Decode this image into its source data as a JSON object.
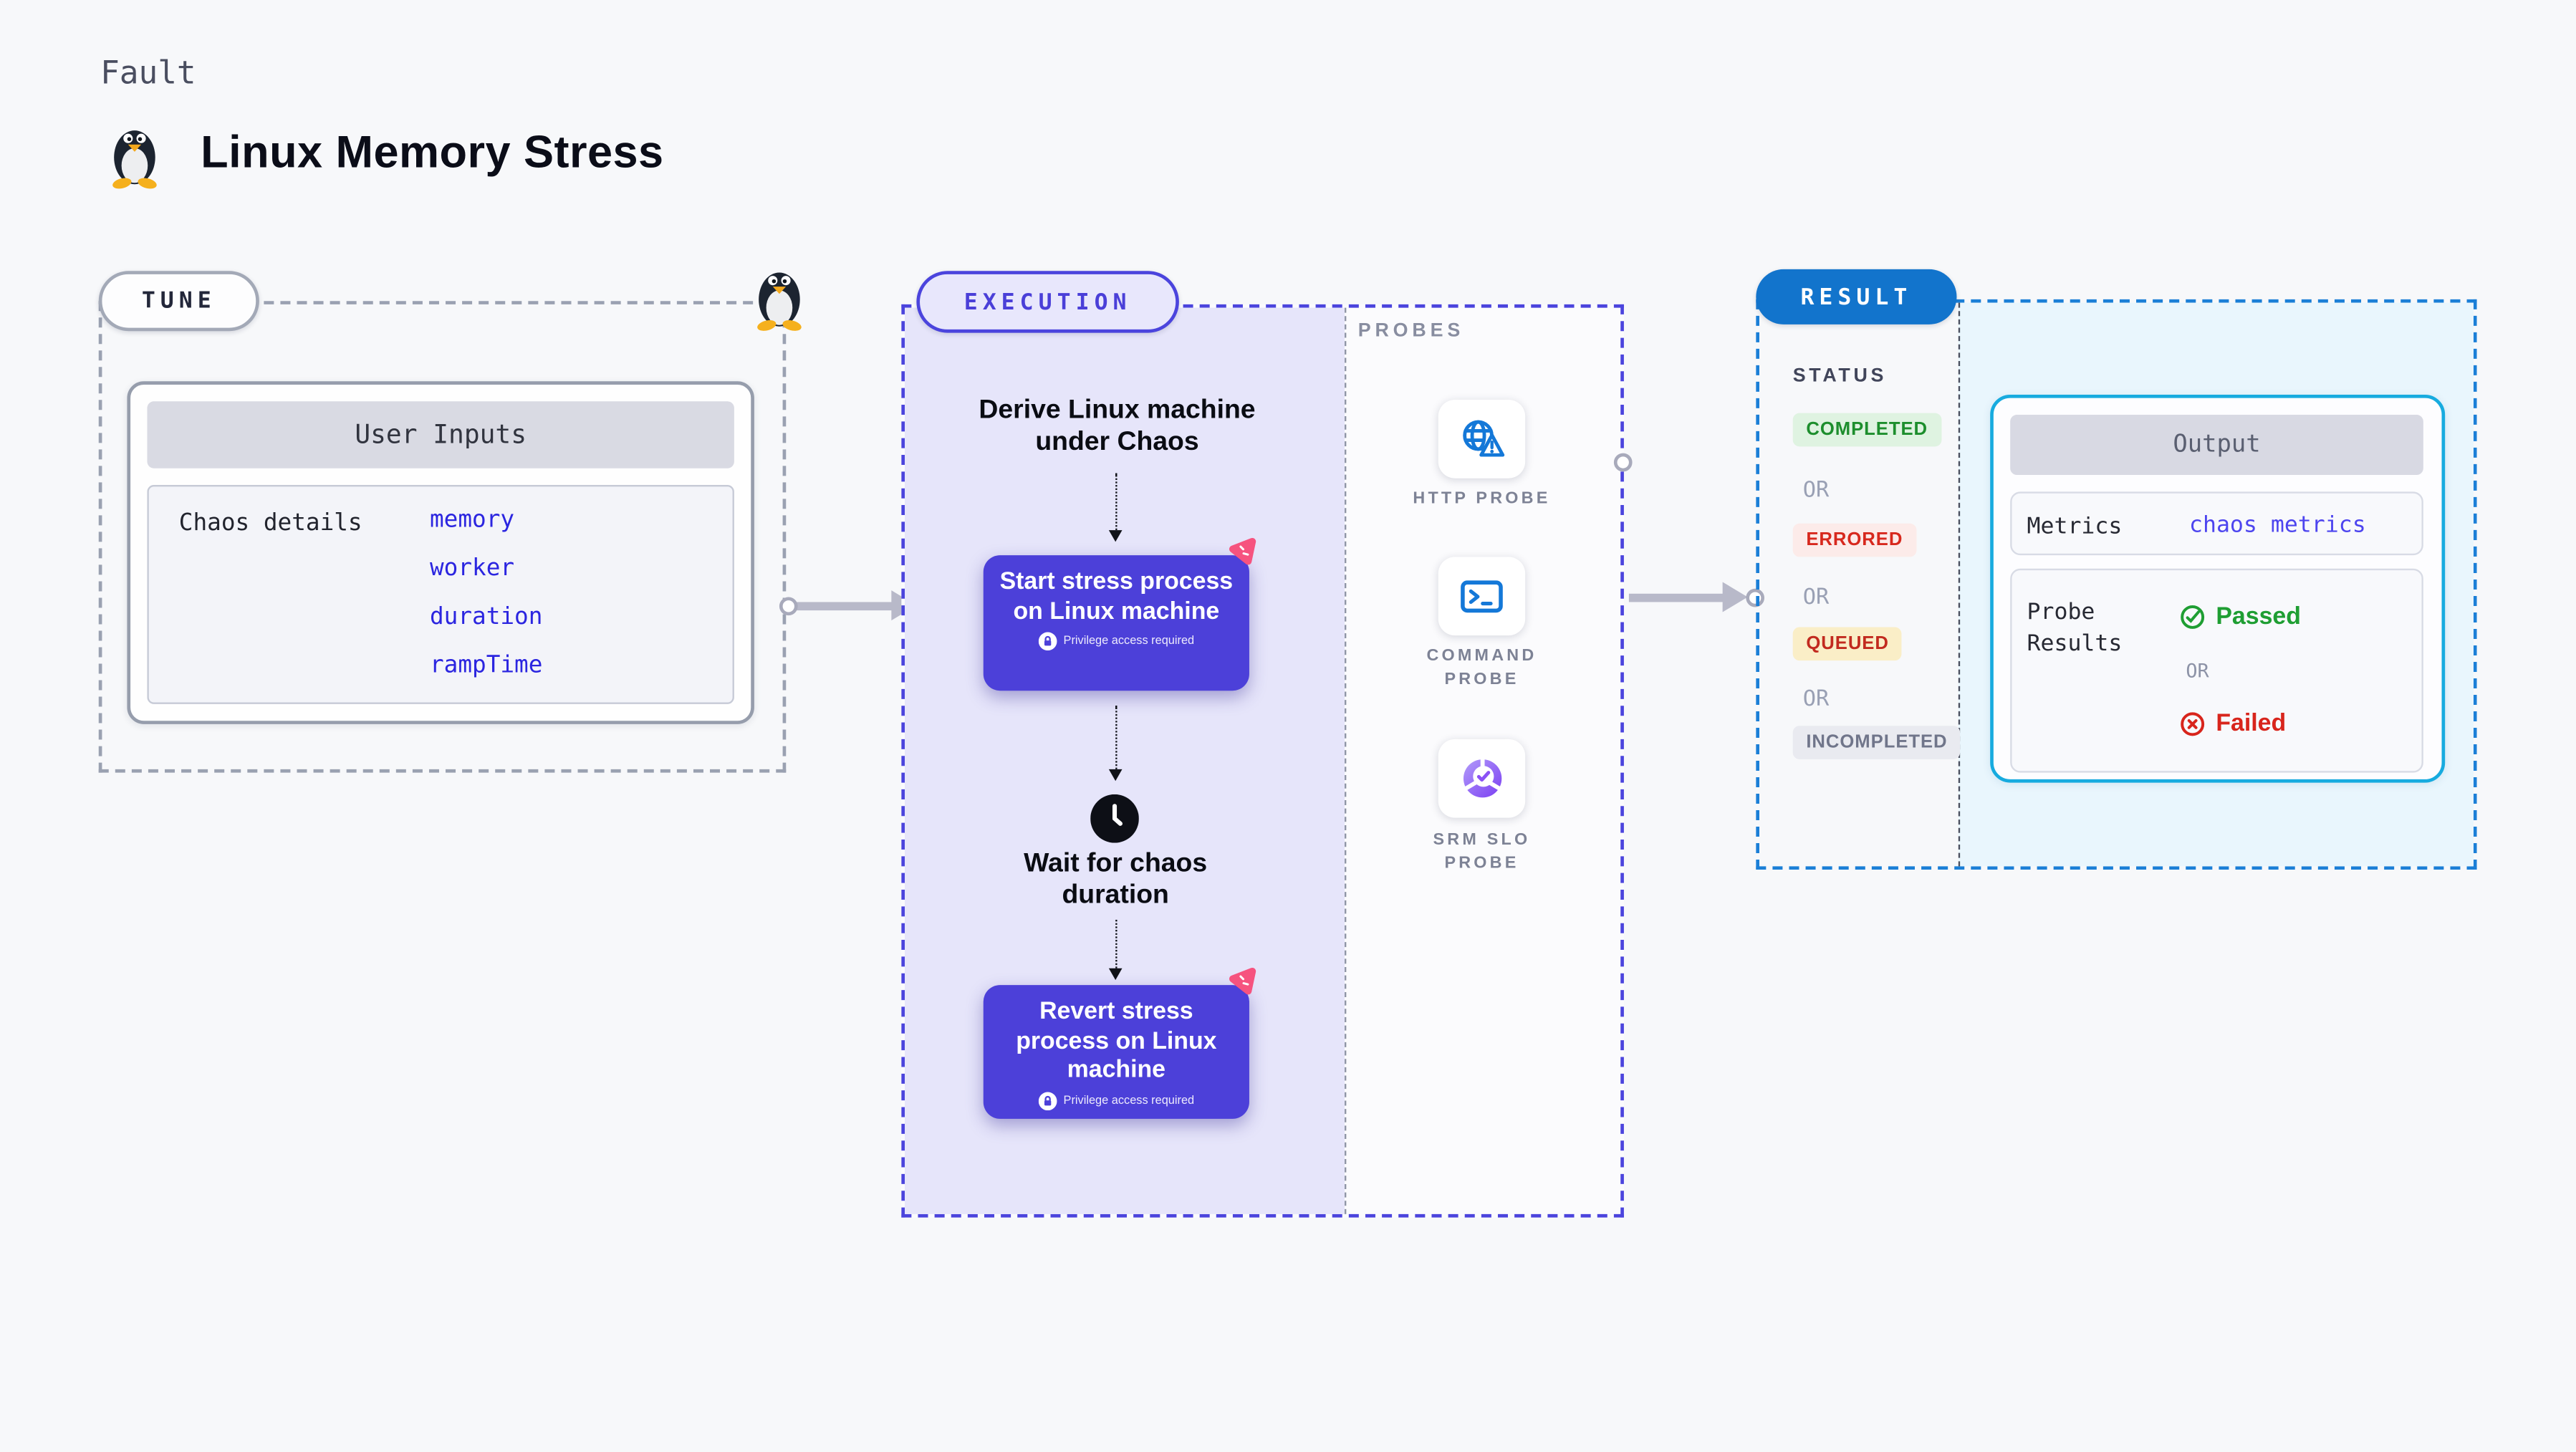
{
  "header": {
    "kicker": "Fault",
    "title": "Linux Memory Stress"
  },
  "tune": {
    "label": "TUNE",
    "card_title": "User Inputs",
    "row_label": "Chaos details",
    "inputs": [
      "memory",
      "worker",
      "duration",
      "rampTime"
    ]
  },
  "execution": {
    "label": "EXECUTION",
    "derive_text": "Derive Linux machine under Chaos",
    "start": {
      "title": "Start stress process on Linux machine",
      "note": "Privilege access required"
    },
    "wait_text": "Wait for chaos duration",
    "revert": {
      "title": "Revert stress process on Linux machine",
      "note": "Privilege access required"
    }
  },
  "probes": {
    "label": "PROBES",
    "items": [
      {
        "name": "HTTP PROBE",
        "icon": "globe-warning-icon"
      },
      {
        "name": "COMMAND PROBE",
        "icon": "terminal-icon"
      },
      {
        "name": "SRM SLO PROBE",
        "icon": "slo-donut-icon"
      }
    ]
  },
  "result": {
    "label": "RESULT",
    "status_label": "STATUS",
    "or_label": "OR",
    "statuses": [
      {
        "text": "COMPLETED",
        "fg": "#1d8e2d",
        "bg": "#dff3e1"
      },
      {
        "text": "ERRORED",
        "fg": "#d7281d",
        "bg": "#fcebe9"
      },
      {
        "text": "QUEUED",
        "fg": "#c22a1f",
        "bg": "#faeec7"
      },
      {
        "text": "INCOMPLETED",
        "fg": "#70758a",
        "bg": "#e9eaf0"
      }
    ],
    "output": {
      "title": "Output",
      "metrics_label": "Metrics",
      "metrics_value": "chaos metrics",
      "probe_label": "Probe Results",
      "passed": "Passed",
      "or": "OR",
      "failed": "Failed",
      "passed_color": "#1f9e33",
      "failed_color": "#d8251c"
    }
  },
  "colors": {
    "page_bg": "#f7f8fa",
    "node_purple": "#4c40d9",
    "execution_border": "#4b44dd",
    "execution_fill": "#e6e5fa",
    "tune_border": "#9aa1b1",
    "result_border": "#1b7fd7",
    "result_fill": "#e9f6fd",
    "result_pill": "#1274cc",
    "output_border": "#17abdf",
    "link_blue": "#2b25e0",
    "probe_icon_blue": "#1478d8",
    "pink_badge": "#f6537f",
    "arrow_gray": "#b8b9c9"
  }
}
